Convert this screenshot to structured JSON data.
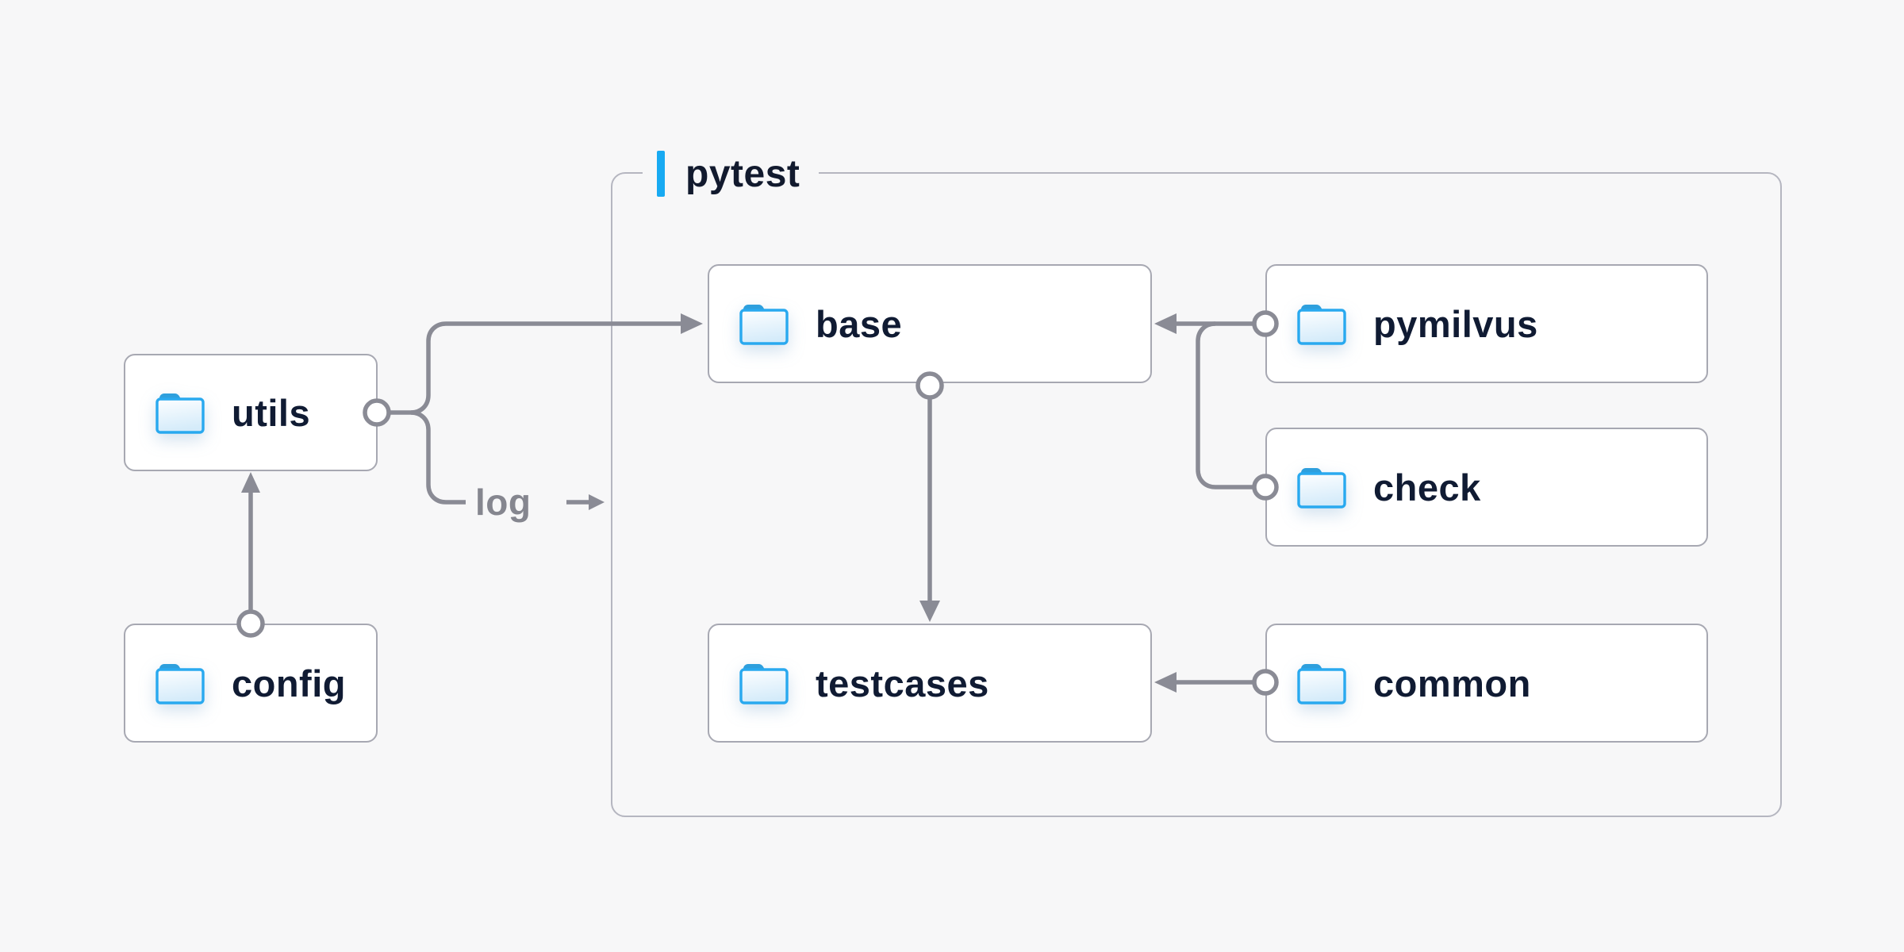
{
  "diagram": {
    "container": {
      "label": "pytest"
    },
    "nodes": [
      {
        "id": "utils",
        "label": "utils",
        "icon": "folder-icon"
      },
      {
        "id": "config",
        "label": "config",
        "icon": "folder-icon"
      },
      {
        "id": "base",
        "label": "base",
        "icon": "folder-icon"
      },
      {
        "id": "pymilvus",
        "label": "pymilvus",
        "icon": "folder-icon"
      },
      {
        "id": "check",
        "label": "check",
        "icon": "folder-icon"
      },
      {
        "id": "testcases",
        "label": "testcases",
        "icon": "folder-icon"
      },
      {
        "id": "common",
        "label": "common",
        "icon": "folder-icon"
      }
    ],
    "edges": [
      {
        "from": "config",
        "to": "utils"
      },
      {
        "from": "utils",
        "to": "base"
      },
      {
        "from": "utils",
        "to": "pytest",
        "label": "log"
      },
      {
        "from": "pymilvus",
        "to": "base"
      },
      {
        "from": "check",
        "to": "base"
      },
      {
        "from": "base",
        "to": "testcases"
      },
      {
        "from": "common",
        "to": "testcases"
      }
    ],
    "colors": {
      "background": "#f7f7f8",
      "node_fill": "#ffffff",
      "node_border": "#a7a8b2",
      "container_border": "#b5b6c0",
      "accent_cyan": "#18aaf2",
      "line_gray": "#8a8b95",
      "text_navy": "#101b33",
      "muted_gray": "#85868f",
      "folder_blue": "#29a9ef",
      "folder_tab_blue": "#2e9fdd"
    }
  }
}
